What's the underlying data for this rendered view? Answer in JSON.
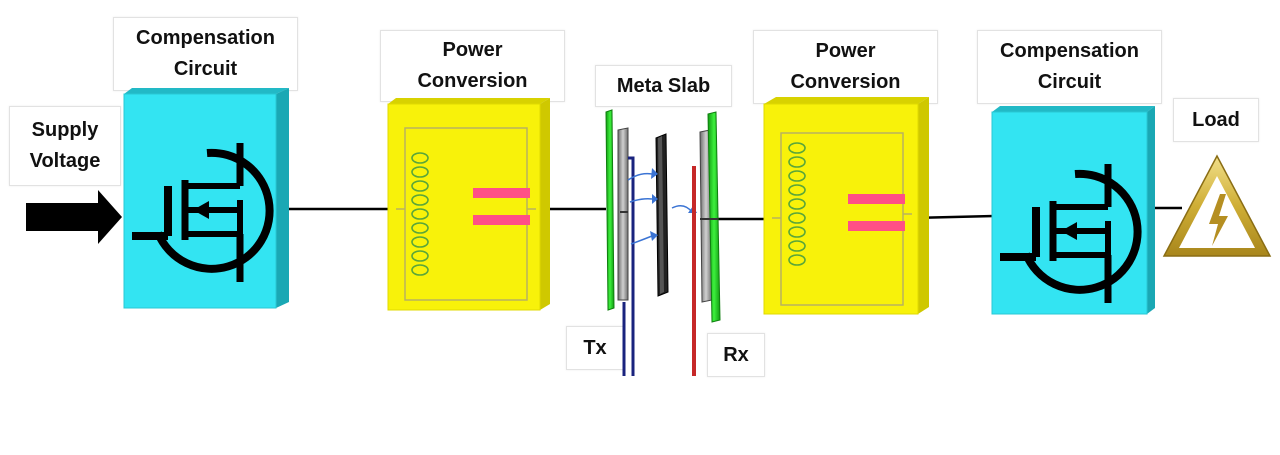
{
  "labels": {
    "supply": [
      "Supply",
      "Voltage"
    ],
    "comp_left": [
      "Compensation",
      "Circuit"
    ],
    "power_left": [
      "Power",
      "Conversion"
    ],
    "meta_slab": "Meta Slab",
    "power_right": [
      "Power",
      "Conversion"
    ],
    "comp_right": [
      "Compensation",
      "Circuit"
    ],
    "load": "Load",
    "tx": "Tx",
    "rx": "Rx"
  },
  "icons": {
    "input_arrow": "arrow-right-icon",
    "mosfet": "mosfet-transistor-icon",
    "inductor": "coil-inductor-icon",
    "capacitor": "capacitor-icon",
    "load": "high-voltage-warning-icon"
  },
  "colors": {
    "compensation_block": "#33e4f2",
    "power_block": "#f8f20a",
    "capacitor": "#ff4f86",
    "coil": "#5aa63a",
    "tx_ring": "#2fe02f",
    "tx_lead": "#1a237e",
    "rx_ring": "#2fe02f",
    "rx_lead": "#c62828",
    "meta_slab": "#222222",
    "field_arrow": "#3b74d4",
    "wire": "#000000",
    "load_warning": "#d9c04a"
  }
}
